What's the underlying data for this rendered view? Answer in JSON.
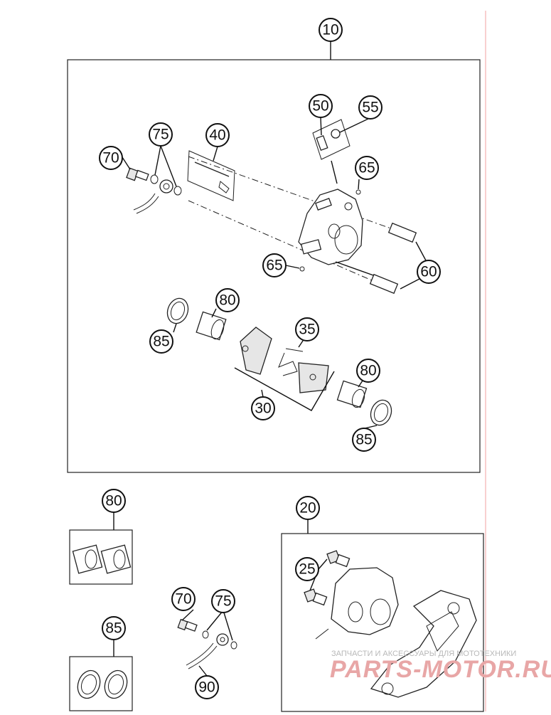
{
  "callouts": {
    "c10": "10",
    "c20": "20",
    "c25": "25",
    "c30": "30",
    "c35": "35",
    "c40": "40",
    "c50": "50",
    "c55": "55",
    "c60": "60",
    "c65a": "65",
    "c65b": "65",
    "c70a": "70",
    "c70b": "70",
    "c75a": "75",
    "c75b": "75",
    "c80a": "80",
    "c80b": "80",
    "c80c": "80",
    "c85a": "85",
    "c85b": "85",
    "c85c": "85",
    "c90": "90"
  },
  "watermark": {
    "tagline": "ЗАПЧАСТИ И АКСЕССУАРЫ ДЛЯ МОТОТЕХНИКИ",
    "site": "PARTS-MOTOR.RU"
  },
  "colors": {
    "line": "#222222",
    "watermark_text": "#e8a6a6",
    "edge_line": "#f0a0a0"
  }
}
